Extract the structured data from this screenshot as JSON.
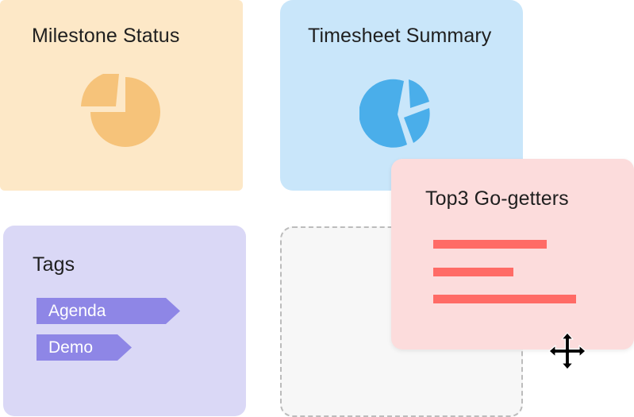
{
  "widgets": {
    "milestone": {
      "title": "Milestone Status",
      "icon": "pie-chart-icon",
      "color": "#f6c37a"
    },
    "timesheet": {
      "title": "Timesheet Summary",
      "icon": "pie-chart-icon",
      "color": "#4aaeea"
    },
    "tags": {
      "title": "Tags",
      "items": [
        "Agenda",
        "Demo"
      ],
      "color": "#8e86e6"
    },
    "gogetters": {
      "title": "Top3 Go-getters",
      "icon": "bar-list-icon",
      "color": "#ff6b66"
    }
  },
  "drop_zone": {
    "state": "empty"
  },
  "cursor": {
    "icon": "move-cursor-icon"
  }
}
